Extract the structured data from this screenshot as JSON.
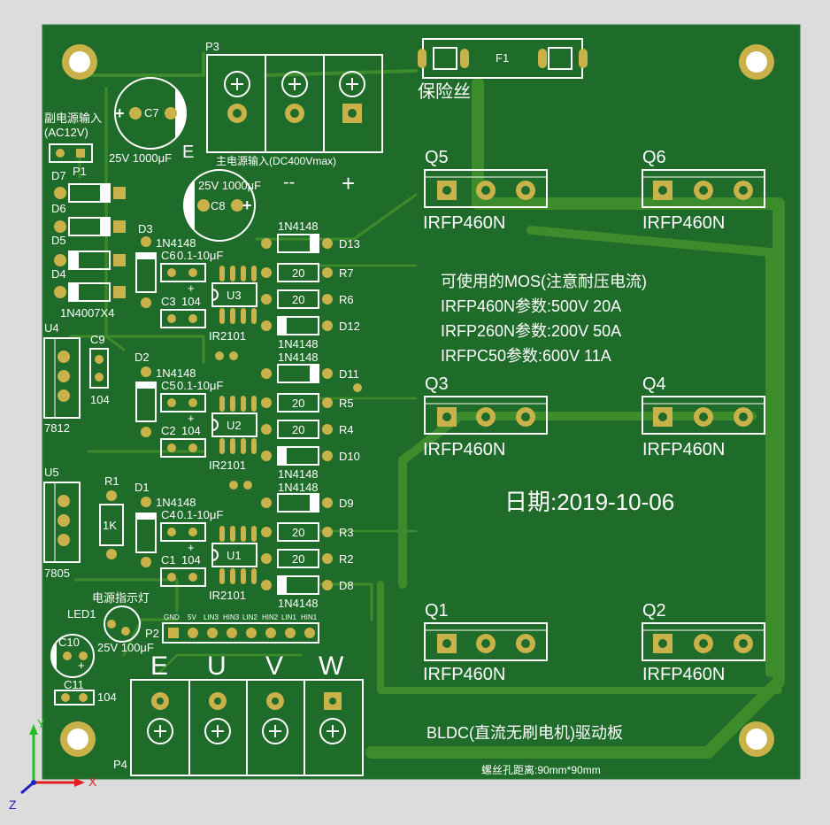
{
  "colors": {
    "board": "#1f6b2a",
    "trace": "#3c8c2c",
    "pad": "#c9b24a",
    "pad_hole": "#e8d987",
    "silk": "#ffffff",
    "background": "#dcdcdc"
  },
  "axes": {
    "y": "Y",
    "x": "X",
    "z": "Z"
  },
  "silkscreen": {
    "p3": "P3",
    "f1": "F1",
    "fuse_cn": "保险丝",
    "c7": "C7",
    "c7_val": "25V 1000μF",
    "e_mark": "E",
    "aux_power_1": "副电源输入",
    "aux_power_2": "(AC12V)",
    "p1": "P1",
    "main_power": "主电源输入(DC400Vmax)",
    "minus": "--",
    "plus": "+",
    "c8": "C8",
    "c8_val": "25V 1000μF",
    "d7": "D7",
    "d6": "D6",
    "d5": "D5",
    "d4": "D4",
    "d_bridge": "1N4007X4",
    "d3": "D3",
    "d3_val": "1N4148",
    "c6": "C6",
    "c6_val": "0.1-10μF",
    "c3": "C3",
    "c3_val": "104",
    "u3": "U3",
    "u3_val": "IR2101",
    "d13_val": "1N4148",
    "d13": "D13",
    "r7": "R7",
    "r7_val": "20",
    "r6": "R6",
    "r6_val": "20",
    "d12": "D12",
    "d12_val": "1N4148",
    "u4": "U4",
    "u4_val": "7812",
    "c9": "C9",
    "c9_val": "104",
    "d2": "D2",
    "d2_val": "1N4148",
    "c5": "C5",
    "c5_val": "0.1-10μF",
    "c2": "C2",
    "c2_val": "104",
    "u2": "U2",
    "u2_val": "IR2101",
    "d11_val": "1N4148",
    "d11": "D11",
    "r5": "R5",
    "r5_val": "20",
    "r4": "R4",
    "r4_val": "20",
    "d10": "D10",
    "d10_val": "1N4148",
    "u5": "U5",
    "u5_val": "7805",
    "r1": "R1",
    "r1_val": "1K",
    "d1": "D1",
    "d1_val": "1N4148",
    "c4": "C4",
    "c4_val": "0.1-10μF",
    "c1": "C1",
    "c1_val": "104",
    "u1": "U1",
    "u1_val": "IR2101",
    "d9_val": "1N4148",
    "d9": "D9",
    "r3": "R3",
    "r3_val": "20",
    "r2": "R2",
    "r2_val": "20",
    "d8": "D8",
    "d8_val": "1N4148",
    "led_cn": "电源指示灯",
    "led1": "LED1",
    "c10": "C10",
    "c10_val": "25V 100μF",
    "c11": "C11",
    "c11_val": "104",
    "p2": "P2",
    "p2_pins": [
      "GND",
      "5V",
      "LIN3",
      "HIN3",
      "LIN2",
      "HIN2",
      "LIN1",
      "HIN1"
    ],
    "p4": "P4",
    "out_e": "E",
    "out_u": "U",
    "out_v": "V",
    "out_w": "W",
    "q5": "Q5",
    "q6": "Q6",
    "q3": "Q3",
    "q4": "Q4",
    "q1": "Q1",
    "q2": "Q2",
    "mos_val": "IRFP460N",
    "mos_note": "可使用的MOS(注意耐压电流)",
    "mos_line1": "IRFP460N参数:500V 20A",
    "mos_line2": "IRFP260N参数:200V 50A",
    "mos_line3": "IRFPC50参数:600V 11A",
    "date": "日期:2019-10-06",
    "board_title": "BLDC(直流无刷电机)驱动板",
    "hole_spacing": "螺丝孔距离:90mm*90mm"
  }
}
